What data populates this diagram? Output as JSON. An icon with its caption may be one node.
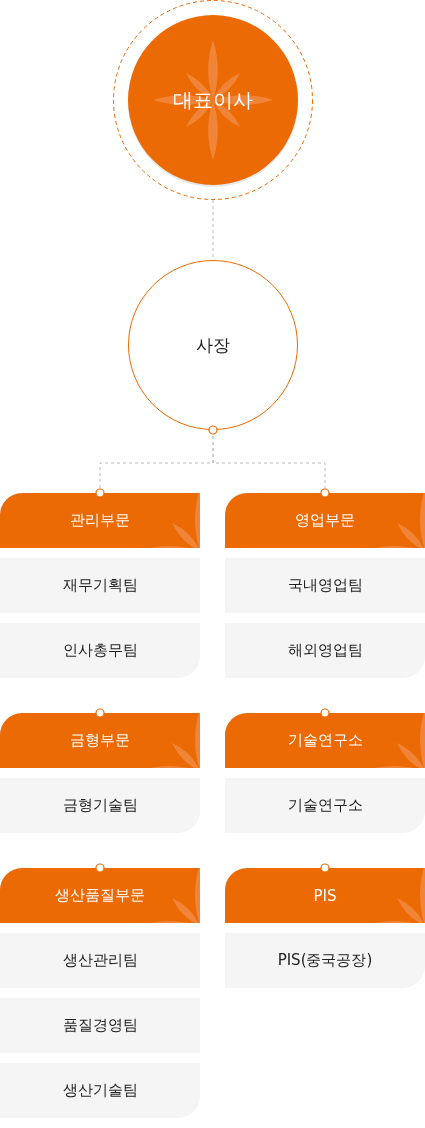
{
  "diagram": {
    "nodes": [
      {
        "text": [
          "대표이사"
        ]
      },
      {
        "text": [
          "사장"
        ]
      },
      {
        "text": [
          "관리부문"
        ]
      },
      {
        "text": [
          "재무기획팀"
        ]
      },
      {
        "text": [
          "인사총무팀"
        ]
      },
      {
        "text": [
          "영업부문"
        ]
      },
      {
        "text": [
          "국내영업팀"
        ]
      },
      {
        "text": [
          "해외영업팀"
        ]
      },
      {
        "text": [
          "금형부문"
        ]
      },
      {
        "text": [
          "금형기술팀"
        ]
      },
      {
        "text": [
          "기술연구소"
        ]
      },
      {
        "text": [
          "기술연구소"
        ]
      },
      {
        "text": [
          "생산품질부문"
        ]
      },
      {
        "text": [
          "생산관리팀"
        ]
      },
      {
        "text": [
          "품질경영팀"
        ]
      },
      {
        "text": [
          "생산기술팀"
        ]
      },
      {
        "text": [
          "PIS"
        ]
      },
      {
        "text": [
          "PIS(중국공장)"
        ]
      }
    ],
    "edges": [
      {
        "from": 0,
        "to": 1,
        "arrow": "none",
        "style": "dashed"
      },
      {
        "from": 1,
        "to": 2,
        "arrow": "none",
        "style": "dashed"
      },
      {
        "from": 1,
        "to": 5,
        "arrow": "none",
        "style": "dashed"
      }
    ]
  }
}
